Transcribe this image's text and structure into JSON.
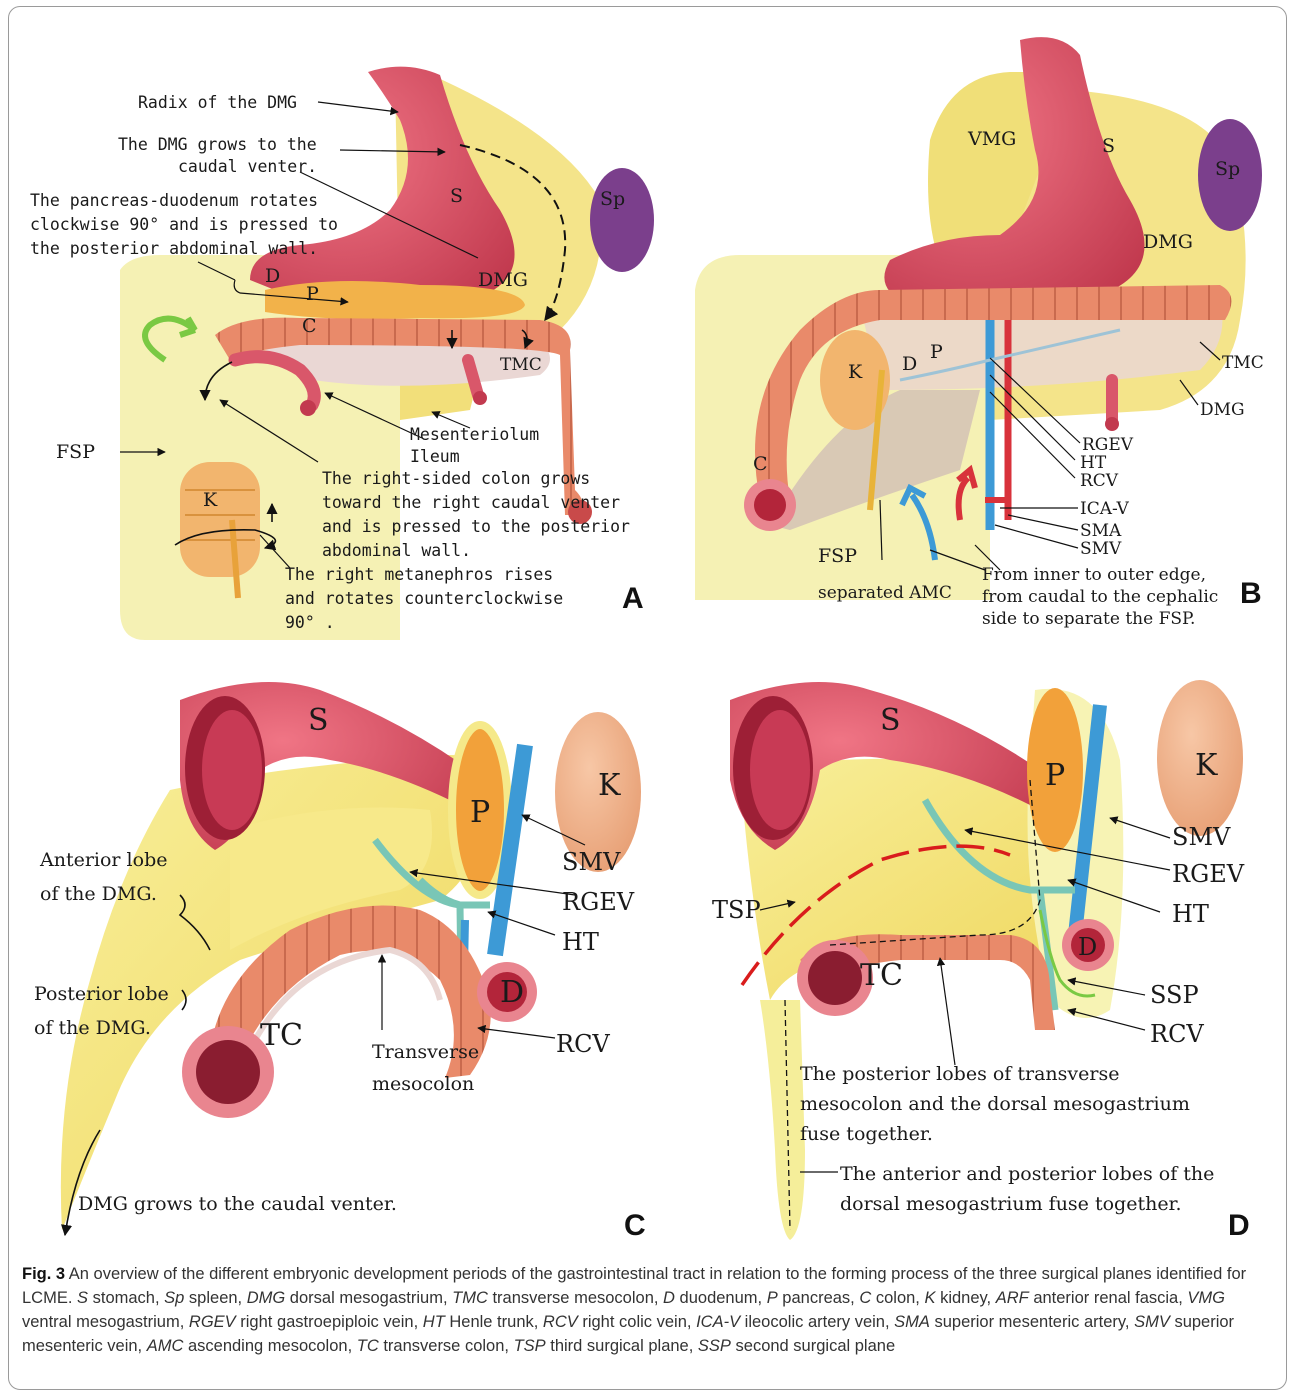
{
  "panels": {
    "A": {
      "letter": "A",
      "labels": {
        "radix": "Radix of the DMG",
        "grows1": "The DMG grows to the",
        "grows2": "caudal venter.",
        "pan1": "The pancreas-duodenum rotates",
        "pan2": "clockwise 90° and is pressed to",
        "pan3": "the posterior abdominal wall.",
        "S": "S",
        "Sp": "Sp",
        "DMG": "DMG",
        "D": "D",
        "P": "P",
        "C": "C",
        "TMC": "TMC",
        "mesenteriolum": "Mesenteriolum",
        "ileum": "Ileum",
        "FSP": "FSP",
        "K": "K",
        "colon1": "The right-sided colon grows",
        "colon2": "toward the right caudal venter",
        "colon3": "and is pressed to the posterior",
        "colon4": "abdominal wall.",
        "kid1": "The right metanephros rises",
        "kid2": "and rotates counterclockwise",
        "kid3": "90° ."
      }
    },
    "B": {
      "letter": "B",
      "labels": {
        "VMG": "VMG",
        "S": "S",
        "Sp": "Sp",
        "DMG": "DMG",
        "K": "K",
        "D": "D",
        "P": "P",
        "C": "C",
        "TMC": "TMC",
        "DMG2": "DMG",
        "RGEV": "RGEV",
        "HT": "HT",
        "RCV": "RCV",
        "ICAV": "ICA-V",
        "SMA": "SMA",
        "SMV": "SMV",
        "FSP": "FSP",
        "AMC": "separated AMC",
        "note1": "From inner to outer edge,",
        "note2": "from caudal to the cephalic",
        "note3": "side to separate the FSP."
      }
    },
    "C": {
      "letter": "C",
      "labels": {
        "S": "S",
        "K": "K",
        "P": "P",
        "SMV": "SMV",
        "RGEV": "RGEV",
        "HT": "HT",
        "D": "D",
        "RCV": "RCV",
        "TC": "TC",
        "ant1": "Anterior lobe",
        "ant2": "of the DMG.",
        "post1": "Posterior lobe",
        "post2": "of the DMG.",
        "tm1": "Transverse",
        "tm2": "mesocolon",
        "grows": "DMG grows to the caudal venter."
      }
    },
    "D": {
      "letter": "D",
      "labels": {
        "S": "S",
        "K": "K",
        "P": "P",
        "SMV": "SMV",
        "RGEV": "RGEV",
        "HT": "HT",
        "TSP": "TSP",
        "D": "D",
        "TC": "TC",
        "SSP": "SSP",
        "RCV": "RCV",
        "fuse1": "The posterior lobes of transverse",
        "fuse2": "mesocolon and the dorsal mesogastrium",
        "fuse3": "fuse together.",
        "fuse4": "The anterior and posterior lobes of the",
        "fuse5": "dorsal mesogastrium fuse together."
      }
    }
  },
  "caption": {
    "fig": "Fig. 3",
    "intro": " An overview of the different embryonic development periods of the gastrointestinal tract in relation to the forming process of the three surgical planes identified for LCME. ",
    "abbr": [
      {
        "k": "S",
        "v": " stomach, "
      },
      {
        "k": "Sp",
        "v": " spleen, "
      },
      {
        "k": "DMG",
        "v": " dorsal mesogastrium, "
      },
      {
        "k": "TMC",
        "v": " transverse mesocolon, "
      },
      {
        "k": "D",
        "v": " duodenum, "
      },
      {
        "k": "P",
        "v": " pancreas, "
      },
      {
        "k": "C",
        "v": " colon, "
      },
      {
        "k": "K",
        "v": " kidney, "
      },
      {
        "k": "ARF",
        "v": " anterior renal fascia, "
      },
      {
        "k": "VMG",
        "v": " ventral mesogastrium, "
      },
      {
        "k": "RGEV",
        "v": " right gastroepiploic vein, "
      },
      {
        "k": "HT",
        "v": " Henle trunk, "
      },
      {
        "k": "RCV",
        "v": " right colic vein, "
      },
      {
        "k": "ICA-V",
        "v": " ileocolic artery vein, "
      },
      {
        "k": "SMA",
        "v": " superior mesenteric artery, "
      },
      {
        "k": "SMV",
        "v": " superior mesenteric vein, "
      },
      {
        "k": "AMC",
        "v": " ascending mesocolon, "
      },
      {
        "k": "TC",
        "v": " transverse colon, "
      },
      {
        "k": "TSP",
        "v": " third surgical plane, "
      },
      {
        "k": "SSP",
        "v": " second surgical plane"
      }
    ]
  },
  "colors": {
    "mesentery": "#f5e98a",
    "mesentery_light": "#f7f3b4",
    "stomach": "#d94f62",
    "spleen": "#7b3f8c",
    "colon": "#e98a6a",
    "pancreas": "#f2a13a",
    "vein": "#3d9ad6",
    "artery": "#d8323b",
    "kidney": "#f0b48c",
    "tsp": "#d91c1c",
    "ssp": "#7ac943"
  }
}
